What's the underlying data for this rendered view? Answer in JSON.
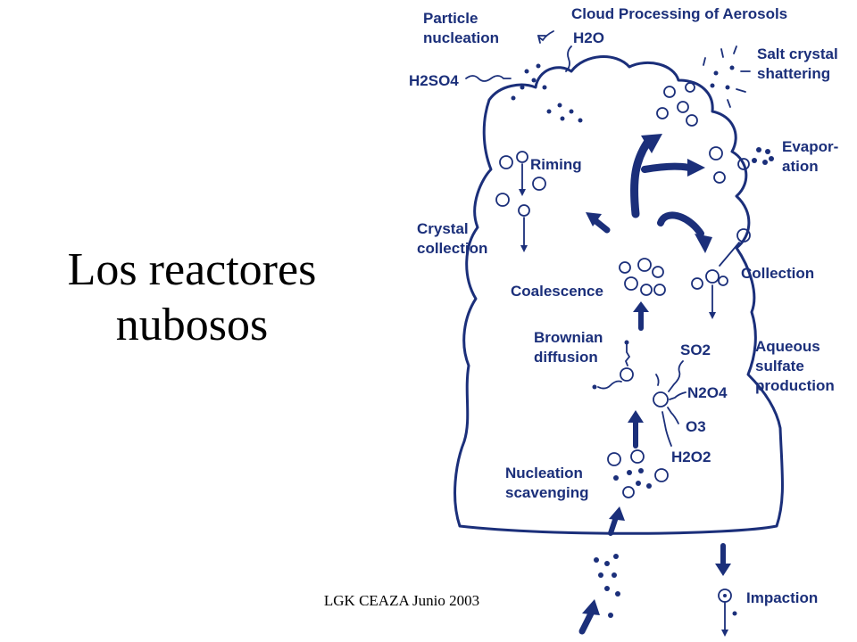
{
  "slide": {
    "title_line1": "Los reactores",
    "title_line2": "nubosos",
    "footer": "LGK CEAZA Junio 2003"
  },
  "diagram": {
    "title": "Cloud Processing of Aerosols",
    "labels": {
      "particle_nucleation_1": "Particle",
      "particle_nucleation_2": "nucleation",
      "h2o": "H2O",
      "h2so4": "H2SO4",
      "salt_crystal_1": "Salt crystal",
      "salt_crystal_2": "shattering",
      "evaporation_1": "Evapor-",
      "evaporation_2": "ation",
      "riming": "Riming",
      "crystal_collection_1": "Crystal",
      "crystal_collection_2": "collection",
      "coalescence": "Coalescence",
      "collection": "Collection",
      "brownian_1": "Brownian",
      "brownian_2": "diffusion",
      "so2": "SO2",
      "aqueous_1": "Aqueous",
      "aqueous_2": "sulfate",
      "aqueous_3": "production",
      "n2o4": "N2O4",
      "o3": "O3",
      "h2o2": "H2O2",
      "nucleation_scavenging_1": "Nucleation",
      "nucleation_scavenging_2": "scavenging",
      "impaction": "Impaction"
    }
  },
  "colors": {
    "diagram": "#1b2f7a",
    "text": "#000000",
    "background": "#ffffff"
  }
}
